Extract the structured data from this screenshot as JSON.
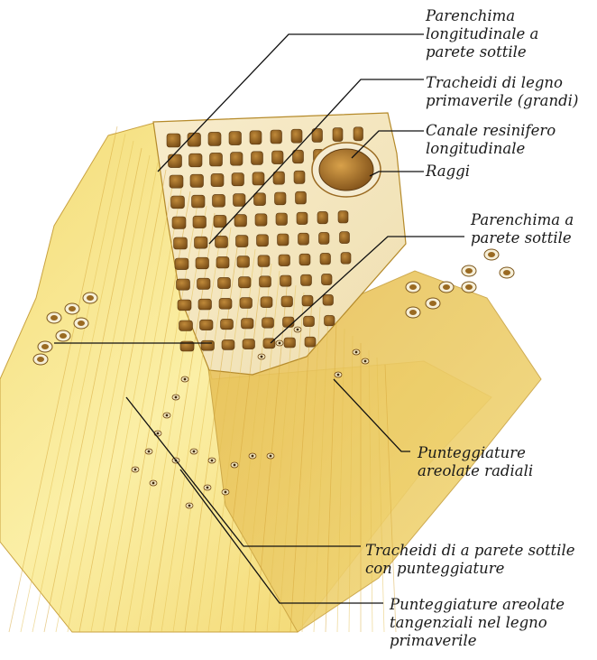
{
  "labels": {
    "parenchima_long": [
      "Parenchima",
      "longitudinale a",
      "parete sottile"
    ],
    "tracheidi_primaverile": [
      "Tracheidi di legno",
      "primaverile (grandi)"
    ],
    "canale_resinifero": [
      "Canale resinifero",
      "longitudinale"
    ],
    "raggi": [
      "Raggi"
    ],
    "parenchima_parete": [
      "Parenchima a",
      "parete sottile"
    ],
    "punteggiature_radiali": [
      "Punteggiature",
      "areolate radiali"
    ],
    "tracheidi_punteggiature": [
      "Tracheidi di a parete sottile",
      "con punteggiature"
    ],
    "punteggiature_tangenziali": [
      "Punteggiature areolate",
      "tangenziali nel legno",
      "primaverile"
    ]
  },
  "colors": {
    "wood_light": "#fbf0a8",
    "wood_mid": "#f2d66a",
    "wood_dark": "#d9a83a",
    "cell_wall": "#f6efd8",
    "lumen": "#8a5a1c",
    "leader": "#111111"
  }
}
